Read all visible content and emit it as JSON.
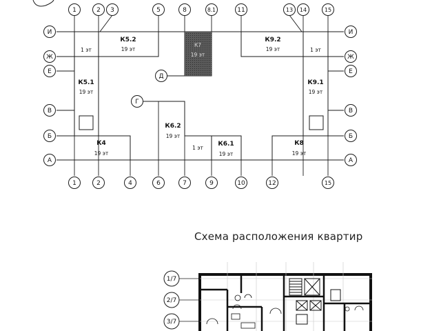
{
  "plan": {
    "axes_top": [
      "1",
      "2",
      "3",
      "5",
      "8",
      "8.1",
      "11",
      "13",
      "14",
      "15"
    ],
    "axes_bottom": [
      "1",
      "2",
      "4",
      "6",
      "7",
      "9",
      "10",
      "12",
      "15"
    ],
    "axes_left": [
      "И",
      "Ж",
      "Е",
      "В",
      "Б",
      "А"
    ],
    "axes_right": [
      "И",
      "Ж",
      "Е",
      "В",
      "Б",
      "А"
    ],
    "axis_g": "Г",
    "axis_d": "Д",
    "sections": {
      "k52": {
        "name": "К5.2",
        "floors": "19 эт"
      },
      "k7": {
        "name": "К7",
        "floors": "19 эт"
      },
      "k92": {
        "name": "К9.2",
        "floors": "19 эт"
      },
      "k51": {
        "name": "К5.1",
        "floors": "19 эт"
      },
      "k91": {
        "name": "К9.1",
        "floors": "19 эт"
      },
      "k62": {
        "name": "К6.2",
        "floors": "19 эт"
      },
      "k61": {
        "name": "К6.1",
        "floors": "19 эт"
      },
      "k4": {
        "name": "К4",
        "floors": "19 эт"
      },
      "k8": {
        "name": "К8",
        "floors": "19 эт"
      },
      "one_floor_left": "1 эт",
      "one_floor_right": "1 эт",
      "one_floor_mid": "1 эт"
    },
    "colors": {
      "line": "#1a1a1a",
      "k7_fill": "#555555"
    }
  },
  "caption": "Схема расположения квартир",
  "floorplan": {
    "row_labels": [
      "1/7",
      "2/7",
      "3/7"
    ]
  }
}
